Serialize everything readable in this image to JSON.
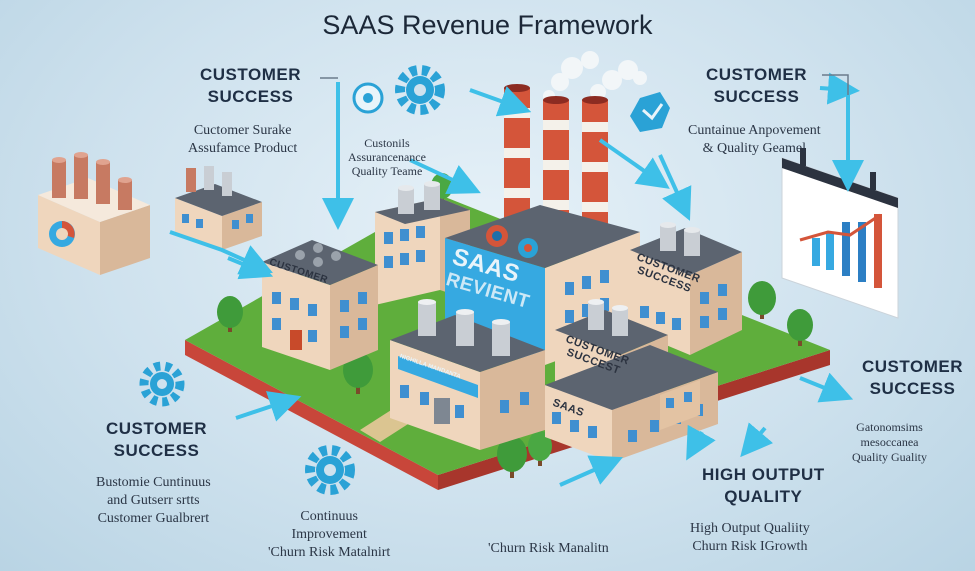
{
  "title": "SAAS Revenue Framework",
  "labels": {
    "top_left_heading": [
      "CUSTOMER",
      "SUCCESS"
    ],
    "top_left_sub": [
      "Cuctomer Surake",
      "Assufamce Product"
    ],
    "top_mid_sub": [
      "Custonils",
      "Assurancenance",
      "Quality Teame"
    ],
    "top_right_heading": [
      "CUSTOMER",
      "SUCCESS"
    ],
    "top_right_sub": [
      "Cuntainue Anpovement",
      "& Quality Geamel"
    ],
    "right_mid_heading": [
      "CUSTOMER",
      "SUCCESS"
    ],
    "right_mid_sub": [
      "Gatonomsims",
      "mesoccanea",
      "Quality Guality"
    ],
    "left_mid_heading": [
      "CUSTOMER",
      "SUCCESS"
    ],
    "left_mid_sub": [
      "Bustomie Cuntinuus",
      "and Gutserr srtts",
      "Customer Gualbrert"
    ],
    "bottom_left_sub": [
      "Continuus",
      "Improvement",
      "'Churn Risk Matalnirt"
    ],
    "bottom_mid_sub": [
      "'Churn Risk Manalitn"
    ],
    "bottom_right_heading": [
      "HIGH OUTPUT",
      "QUALITY"
    ],
    "bottom_right_sub": [
      "High Output Qualiity",
      "Churn Risk IGrowth"
    ]
  },
  "buildings": {
    "customer_left": "CUSTOMER",
    "saas_main": [
      "SAAS",
      "REVIENT"
    ],
    "customer_right": [
      "CUSTOMER",
      "SUCCESS"
    ],
    "customer_center": [
      "CUSTOMER",
      "SUCCEST"
    ],
    "saas_small": "SAAS",
    "banner_sign": "NIGHILLA MANDANTA"
  },
  "colors": {
    "platform_top": "#5fae3c",
    "platform_side": "#c8463a",
    "building_wall": "#efd6bd",
    "building_roof": "#5c6470",
    "window": "#3f8fd0",
    "sign_blue": "#36a9e1",
    "chimney_red": "#d4553a",
    "arrow": "#3ec0e8",
    "gear": "#2aa2d6"
  }
}
